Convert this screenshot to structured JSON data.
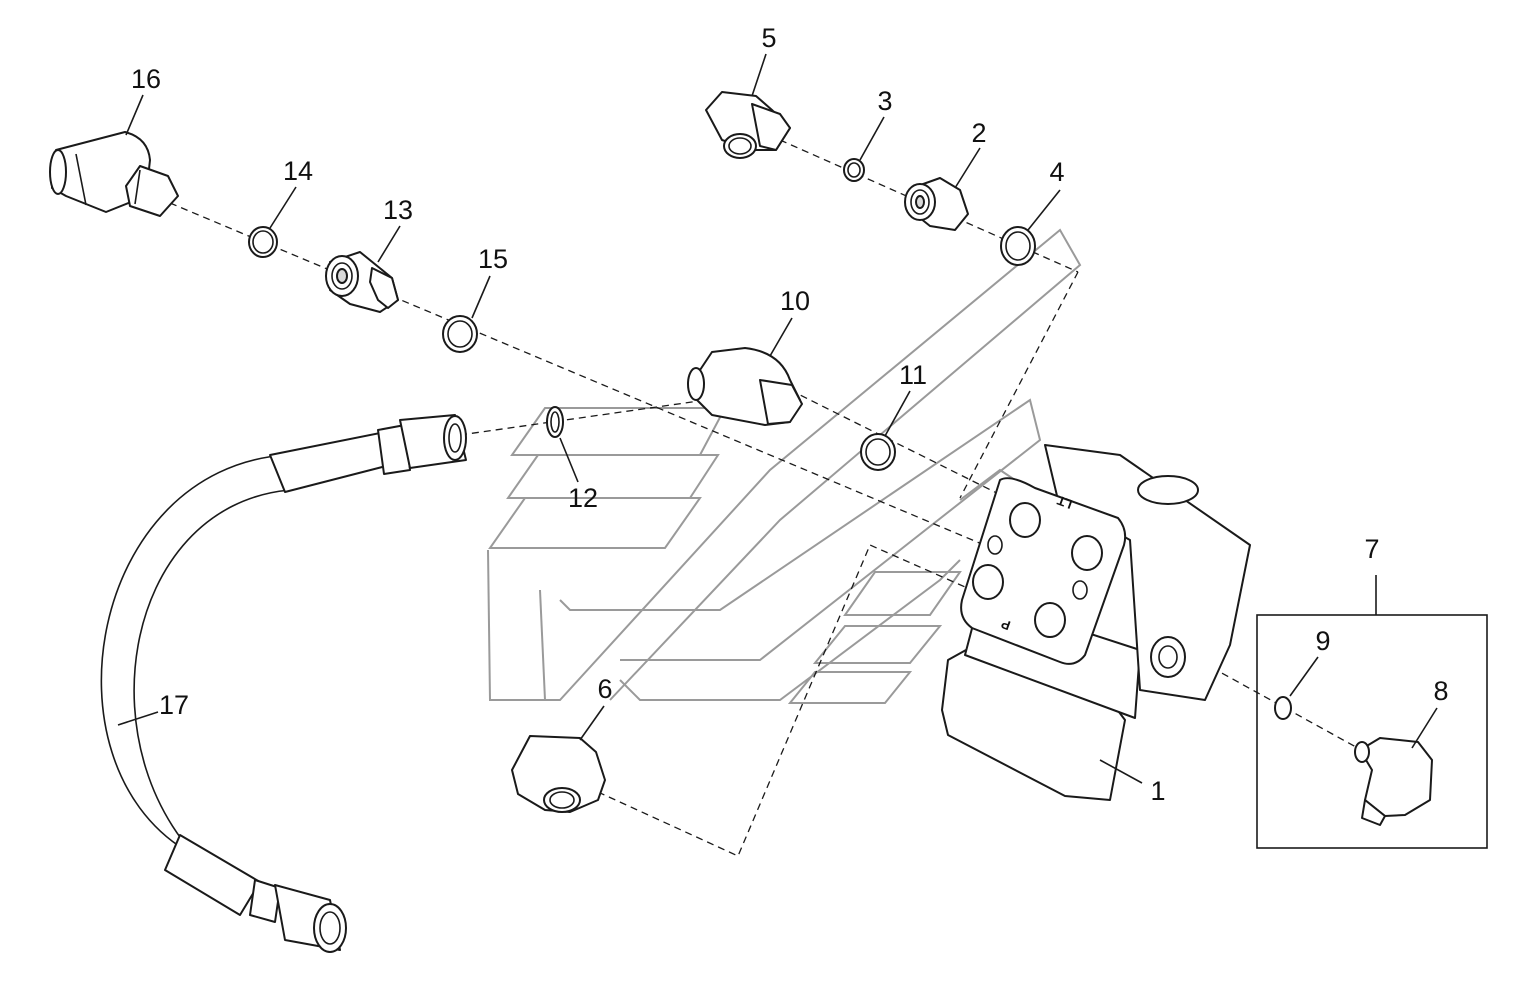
{
  "diagram": {
    "labels": {
      "p1": "1",
      "p2": "2",
      "p3": "3",
      "p4": "4",
      "p5": "5",
      "p6": "6",
      "p7": "7",
      "p8": "8",
      "p9": "9",
      "p10": "10",
      "p11": "11",
      "p12": "12",
      "p13": "13",
      "p14": "14",
      "p15": "15",
      "p16": "16",
      "p17": "17"
    },
    "port_markings": {
      "left_turn": "LT",
      "pump": "P"
    }
  }
}
